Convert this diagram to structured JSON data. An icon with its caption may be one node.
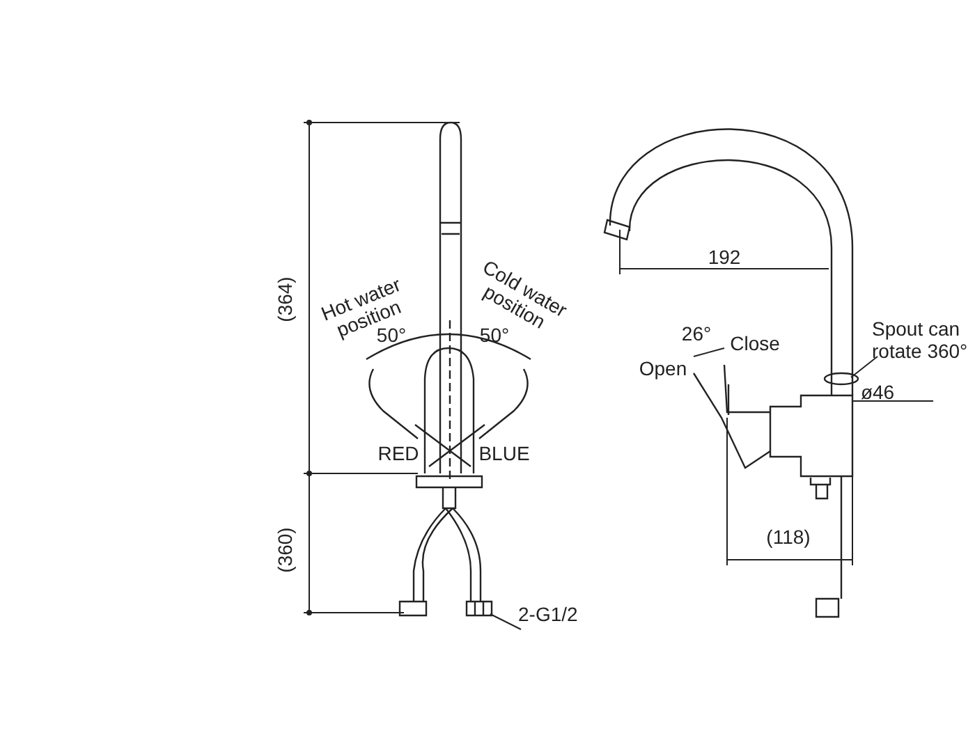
{
  "diagram": {
    "nodes": [
      {
        "text": [
          "2-G1/2"
        ]
      },
      {
        "text": [],
        "shape": "box"
      },
      {
        "text": [
          "Spout can rotate 360°"
        ]
      },
      {
        "text": [],
        "shape": "circle"
      }
    ],
    "edges": [
      {
        "from": 0,
        "to": 1,
        "arrow": "none"
      },
      {
        "from": 2,
        "to": 3,
        "arrow": "none"
      }
    ],
    "labels": [
      "(364)",
      "(360)",
      "Hot water position",
      "50°",
      "Cold water position",
      "50°",
      "RED",
      "BLUE",
      "192",
      "26°",
      "Close",
      "Open",
      "ø46",
      "(118)"
    ]
  }
}
